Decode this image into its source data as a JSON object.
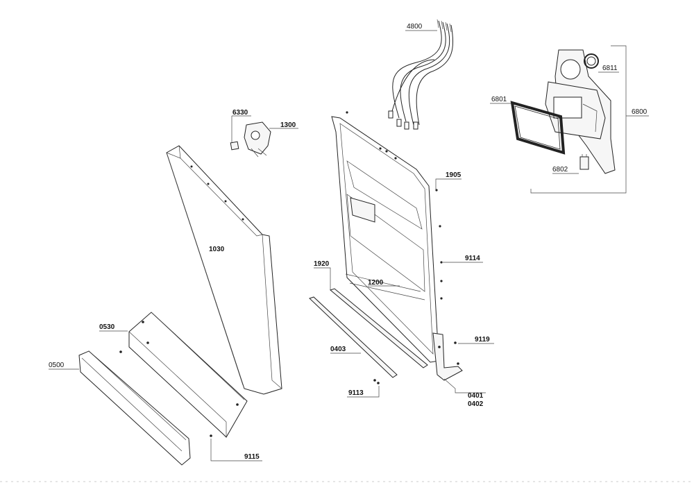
{
  "labels": {
    "p4800": "4800",
    "p6811": "6811",
    "p6801": "6801",
    "p6800": "6800",
    "p6802": "6802",
    "p6330": "6330",
    "p1300": "1300",
    "p1905": "1905",
    "p1030": "1030",
    "p9114": "9114",
    "p1920": "1920",
    "p1200": "1200",
    "p0530": "0530",
    "p9119": "9119",
    "p0403": "0403",
    "p0500": "0500",
    "p0401": "0401",
    "p0402": "0402",
    "p9113": "9113",
    "p9115": "9115"
  }
}
